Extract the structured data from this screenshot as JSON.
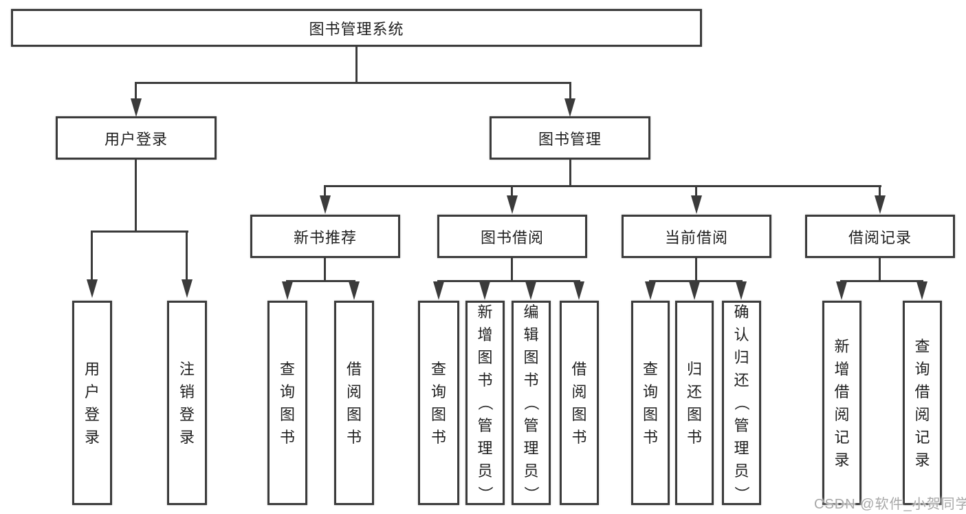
{
  "diagram_title": "图书管理系统",
  "colors": {
    "line": "#3b3b3b",
    "text": "#1f1f1f",
    "background": "#ffffff",
    "watermark": "#a8a8a8"
  },
  "nodes": {
    "root": "图书管理系统",
    "user_login_branch": {
      "label": "用户登录",
      "children": [
        "用户登录",
        "注销登录"
      ]
    },
    "book_mgmt_branch": {
      "label": "图书管理",
      "children": [
        {
          "label": "新书推荐",
          "children": [
            "查询图书",
            "借阅图书"
          ]
        },
        {
          "label": "图书借阅",
          "children": [
            "查询图书",
            "新增图书（管理员）",
            "编辑图书（管理员）",
            "借阅图书"
          ]
        },
        {
          "label": "当前借阅",
          "children": [
            "查询图书",
            "归还图书",
            "确认归还（管理员）"
          ]
        },
        {
          "label": "借阅记录",
          "children": [
            "新增借阅记录",
            "查询借阅记录"
          ]
        }
      ]
    }
  },
  "watermark": "CSDN @软件_小贺同学"
}
